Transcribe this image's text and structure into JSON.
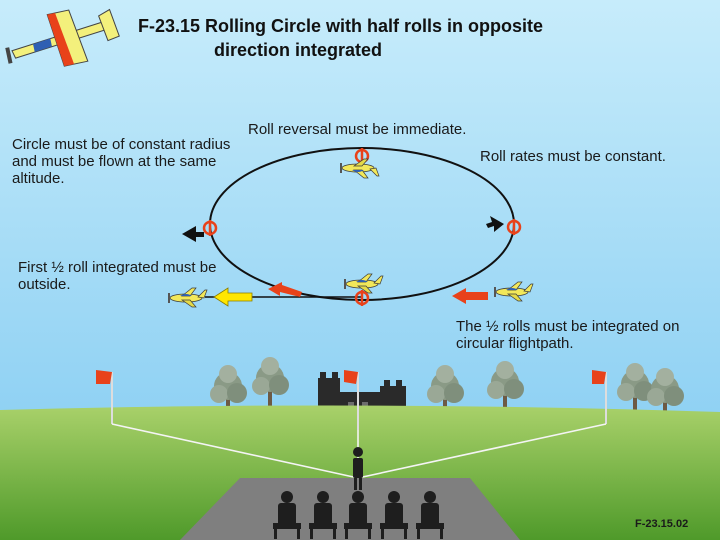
{
  "title_line1": "F-23.15 Rolling Circle with half rolls in opposite",
  "title_line2": "direction integrated",
  "note_constant_radius": "Circle must be of constant radius and must be flown at the same altitude.",
  "note_roll_reversal": "Roll reversal must be immediate.",
  "note_roll_rates": "Roll rates must be constant.",
  "note_first_half_roll": "First ½ roll integrated must be outside.",
  "note_half_rolls_integrated": "The ½ rolls must be integrated on circular flightpath.",
  "footer_code": "F-23.15.02",
  "colors": {
    "sky": "#9ed7f5",
    "grass": "#6fb43f",
    "roll_marker": "#e8421a",
    "arrow_yellow": "#ffe600",
    "arrow_red": "#e8421a",
    "plane_yellow": "#f2e85a"
  },
  "icons": {
    "header": "aerobatic-plane-icon",
    "judges": "judges-icon",
    "pilot": "pilot-icon",
    "flags": "flag-icon",
    "trees": "tree-icon",
    "building": "ruin-building-icon"
  }
}
